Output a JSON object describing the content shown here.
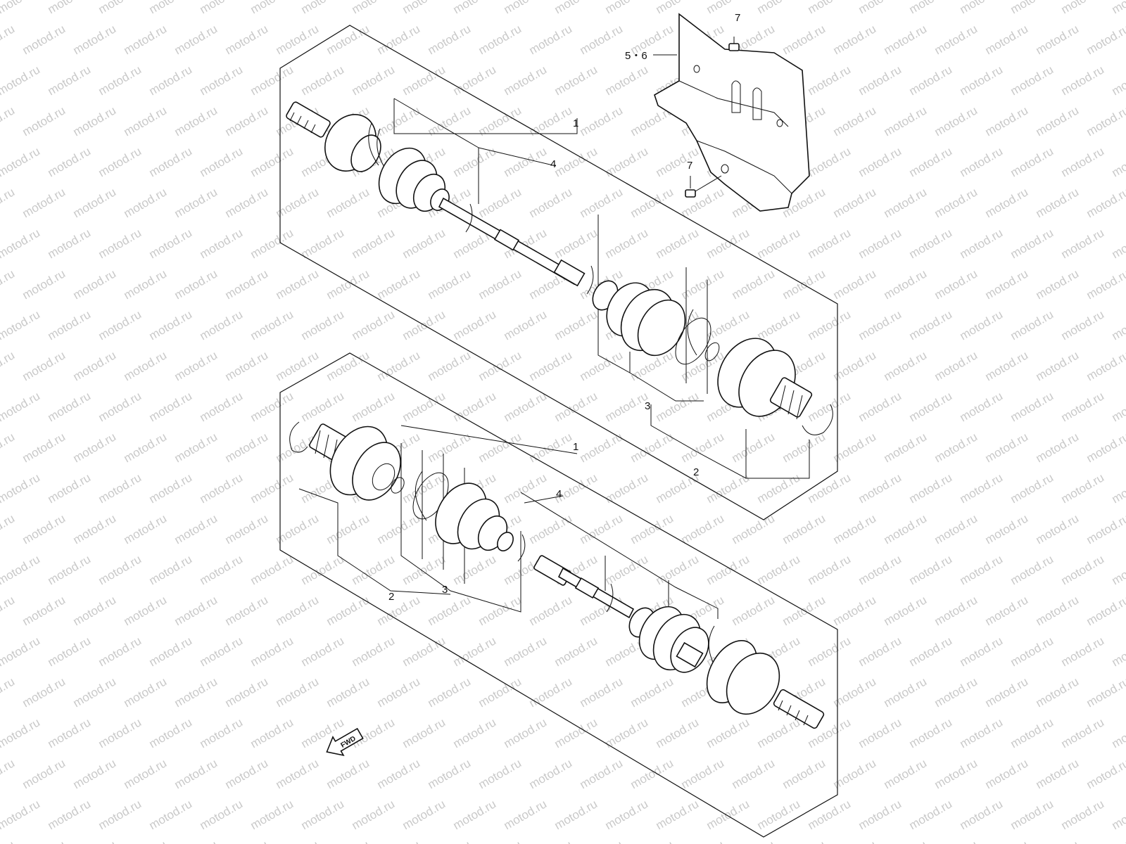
{
  "watermark": {
    "text": "motod.ru"
  },
  "upper_assembly": {
    "callouts": [
      {
        "id": "ua-1",
        "text": "1"
      },
      {
        "id": "ua-4",
        "text": "4"
      },
      {
        "id": "ua-3",
        "text": "3"
      },
      {
        "id": "ua-2",
        "text": "2"
      }
    ]
  },
  "lower_assembly": {
    "callouts": [
      {
        "id": "la-1",
        "text": "1"
      },
      {
        "id": "la-4",
        "text": "4"
      },
      {
        "id": "la-2",
        "text": "2"
      },
      {
        "id": "la-3",
        "text": "3"
      }
    ]
  },
  "bracket": {
    "callouts": [
      {
        "id": "br-56",
        "text": "5・6"
      },
      {
        "id": "br-7a",
        "text": "7"
      },
      {
        "id": "br-7b",
        "text": "7"
      }
    ]
  },
  "direction_arrow": {
    "label": "FWD"
  }
}
